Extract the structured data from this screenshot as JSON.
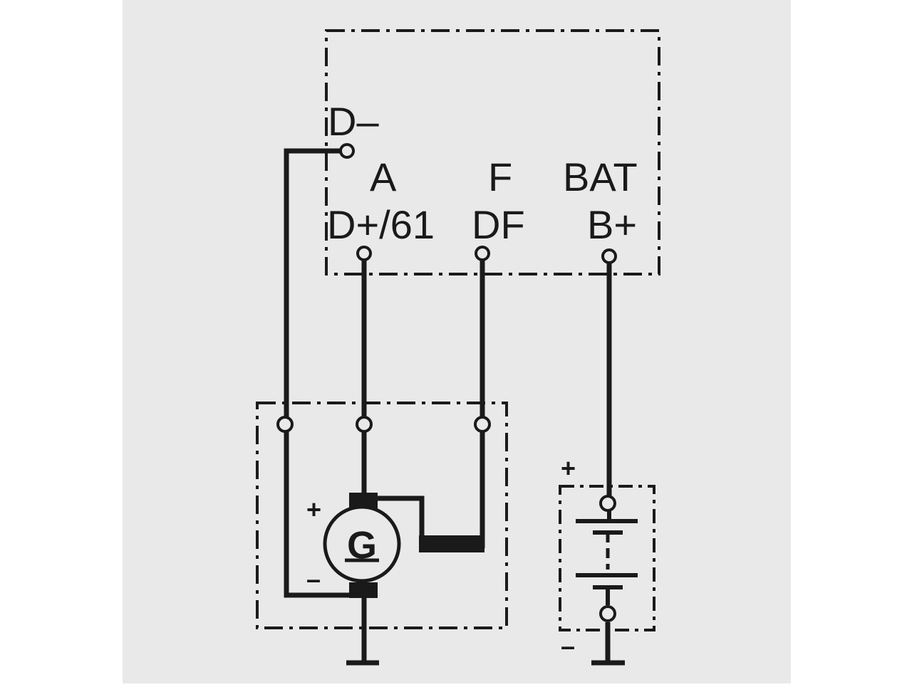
{
  "colors": {
    "page": "#ffffff",
    "panel": "#e9e9e9",
    "ink": "#1a1a1a"
  },
  "regulator": {
    "terminal_d_minus": "D–",
    "terminal_a": "A",
    "terminal_d_plus": "D+/61",
    "terminal_f": "F",
    "terminal_df": "DF",
    "terminal_bat": "BAT",
    "terminal_b_plus": "B+"
  },
  "generator": {
    "symbol": "G",
    "plus_sign": "+",
    "minus_sign": "–"
  },
  "battery": {
    "plus_sign": "+",
    "minus_sign": "–"
  }
}
